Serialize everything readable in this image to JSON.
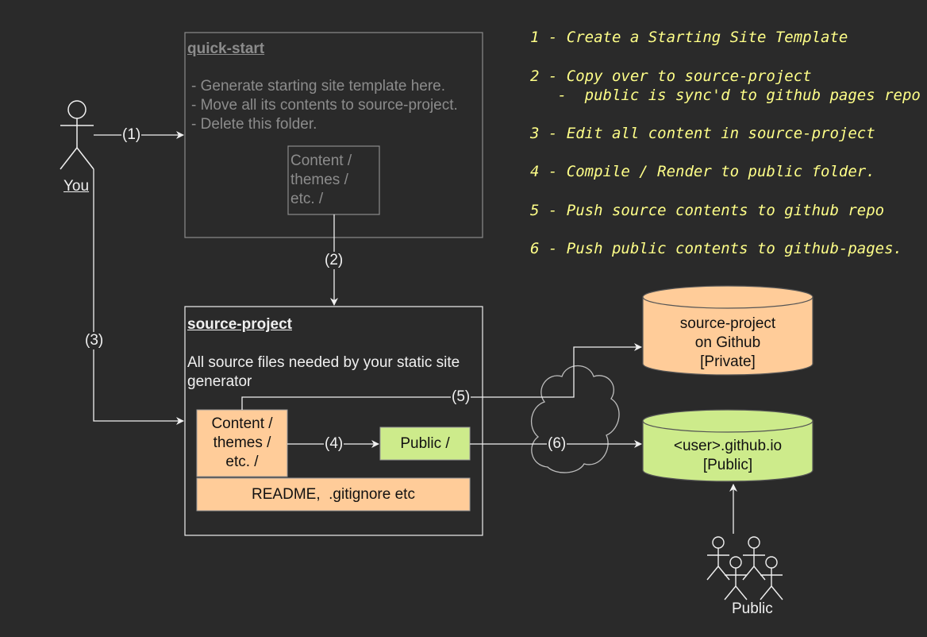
{
  "quick_start": {
    "title": "quick-start",
    "lines": [
      "- Generate starting site template here.",
      "- Move all its contents to source-project.",
      "- Delete this folder."
    ],
    "content_box": [
      "Content /",
      "themes /",
      "etc. /"
    ]
  },
  "source_project": {
    "title": "source-project",
    "desc": [
      "All source files needed by your static site",
      "generator"
    ],
    "content_box": [
      "Content /",
      "themes /",
      "etc. /"
    ],
    "public_box": "Public /",
    "readme": "README,  .gitignore etc"
  },
  "actors": {
    "you": "You",
    "public": "Public"
  },
  "edges": {
    "e1": "(1)",
    "e2": "(2)",
    "e3": "(3)",
    "e4": "(4)",
    "e5": "(5)",
    "e6": "(6)"
  },
  "repos": {
    "private": [
      "source-project",
      "on Github",
      "[Private]"
    ],
    "pages": [
      "<user>.github.io",
      "[Public]"
    ]
  },
  "steps": [
    "1 - Create a Starting Site Template",
    "2 - Copy over to source-project",
    "   -  public is sync'd to github pages repo",
    "3 - Edit all content in source-project",
    "4 - Compile / Render to public folder.",
    "5 - Push source contents to github repo",
    "6 - Push public contents to github-pages."
  ],
  "colors": {
    "orange": "#ffcc99",
    "green": "#cdeb8b",
    "steps": "#ffff88",
    "line": "#f0f0f0"
  }
}
